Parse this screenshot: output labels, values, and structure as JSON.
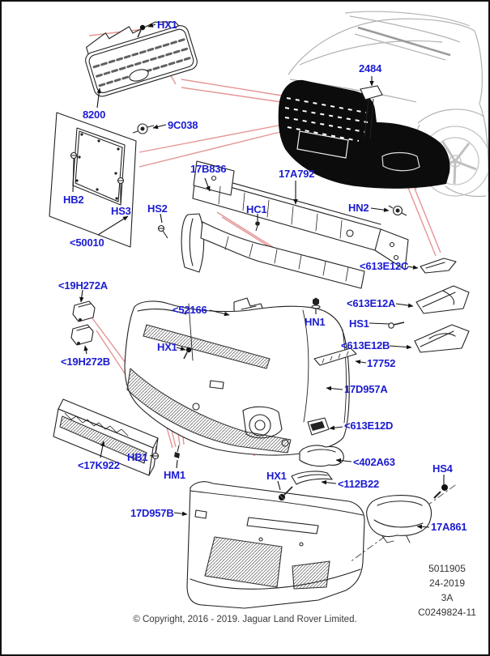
{
  "diagram": {
    "part_labels": {
      "hx1_top": "HX1",
      "grille_8200": "8200",
      "clip_9c038": "9C038",
      "hb2": "HB2",
      "hs3": "HS3",
      "bracket_50010": "<50010",
      "absorber_17b836": "17B836",
      "beam_17a792": "17A792",
      "hs2": "HS2",
      "hc1": "HC1",
      "hn2": "HN2",
      "e12c": "<613E12C",
      "jet_2484": "2484",
      "h272a": "<19H272A",
      "h272b": "<19H272B",
      "b52166": "<52166",
      "hn1": "HN1",
      "hs1": "HS1",
      "e12a": "<613E12A",
      "e12b": "<613E12B",
      "s17752": "17752",
      "hx1_mid": "HX1",
      "bumper_upper": "17D957A",
      "e12d": "<613E12D",
      "grille_17k922": "<17K922",
      "hb1": "HB1",
      "hm1": "HM1",
      "p402a63": "<402A63",
      "p112b22": "<112B22",
      "hx1_bot": "HX1",
      "bumper_lower": "17D957B",
      "hs4": "HS4",
      "bezel_17a861": "17A861"
    }
  },
  "footer": {
    "doc_number": "5011905",
    "issue": "24-2019",
    "sheet": "3A",
    "drawing_ref": "C0249824-11",
    "copyright": "© Copyright, 2016 - 2019. Jaguar Land Rover Limited."
  },
  "colors": {
    "label_blue": "#1b1bd2",
    "leader_red": "#e59595",
    "ink": "#1a1a1a"
  }
}
